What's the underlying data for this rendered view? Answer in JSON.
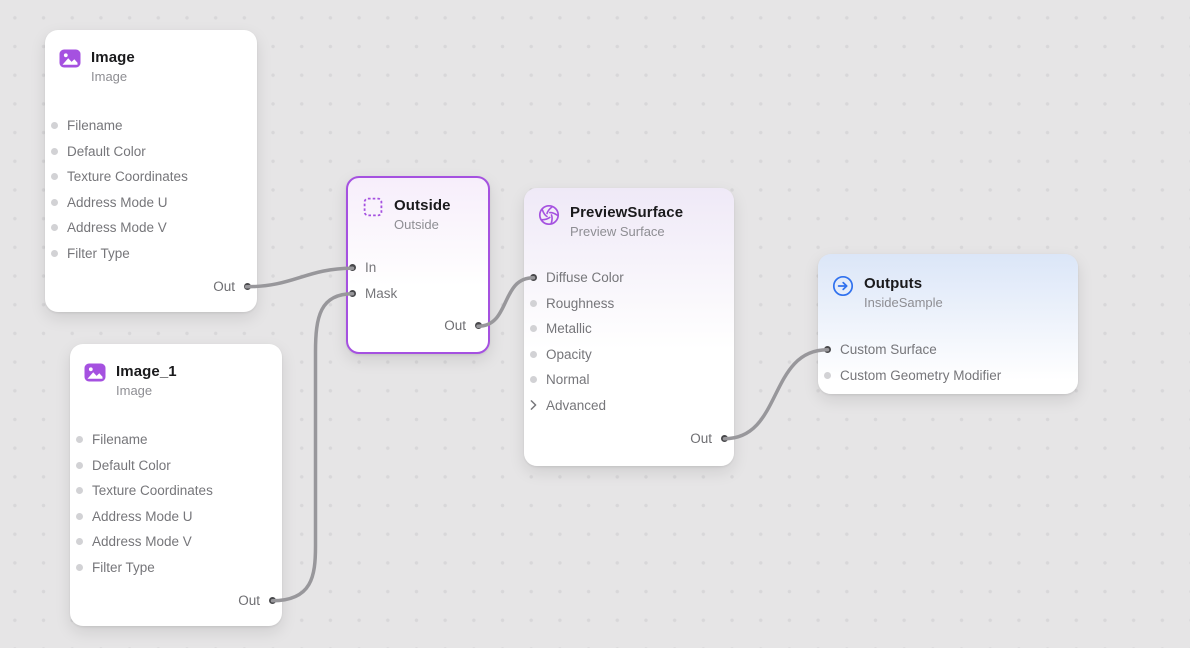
{
  "canvas": {
    "background_color": "#e6e5e6",
    "grid_dot_color": "#d8d7d9",
    "wire_color": "#98979b",
    "port_connected_color": "#48484b",
    "port_unconnected_color": "#d2d2d5",
    "purple_accent": "#a551e0",
    "blue_accent": "#3071ee"
  },
  "nodes": [
    {
      "id": "image",
      "title": "Image",
      "subtitle": "Image",
      "icon": "image-icon",
      "accent_color": "#a551e0",
      "selected": false,
      "inputs": [
        "Filename",
        "Default Color",
        "Texture Coordinates",
        "Address Mode U",
        "Address Mode V",
        "Filter Type"
      ],
      "output_label": "Out"
    },
    {
      "id": "image_1",
      "title": "Image_1",
      "subtitle": "Image",
      "icon": "image-icon",
      "accent_color": "#a551e0",
      "selected": false,
      "inputs": [
        "Filename",
        "Default Color",
        "Texture Coordinates",
        "Address Mode U",
        "Address Mode V",
        "Filter Type"
      ],
      "output_label": "Out"
    },
    {
      "id": "outside",
      "title": "Outside",
      "subtitle": "Outside",
      "icon": "outside-icon",
      "accent_color": "#a551e0",
      "selected": true,
      "inputs": [
        "In",
        "Mask"
      ],
      "output_label": "Out"
    },
    {
      "id": "preview_surface",
      "title": "PreviewSurface",
      "subtitle": "Preview Surface",
      "icon": "preview-surface-icon",
      "accent_color": "#a551e0",
      "selected": false,
      "inputs": [
        "Diffuse Color",
        "Roughness",
        "Metallic",
        "Opacity",
        "Normal"
      ],
      "advanced_label": "Advanced",
      "output_label": "Out"
    },
    {
      "id": "outputs",
      "title": "Outputs",
      "subtitle": "InsideSample",
      "icon": "outputs-icon",
      "accent_color": "#3071ee",
      "selected": false,
      "inputs": [
        "Custom Surface",
        "Custom Geometry Modifier"
      ]
    }
  ],
  "connections": [
    {
      "from": "Image.Out",
      "to": "Outside.In"
    },
    {
      "from": "Image_1.Out",
      "to": "Outside.Mask"
    },
    {
      "from": "Outside.Out",
      "to": "PreviewSurface.Diffuse Color"
    },
    {
      "from": "PreviewSurface.Out",
      "to": "Outputs.Custom Surface"
    }
  ]
}
